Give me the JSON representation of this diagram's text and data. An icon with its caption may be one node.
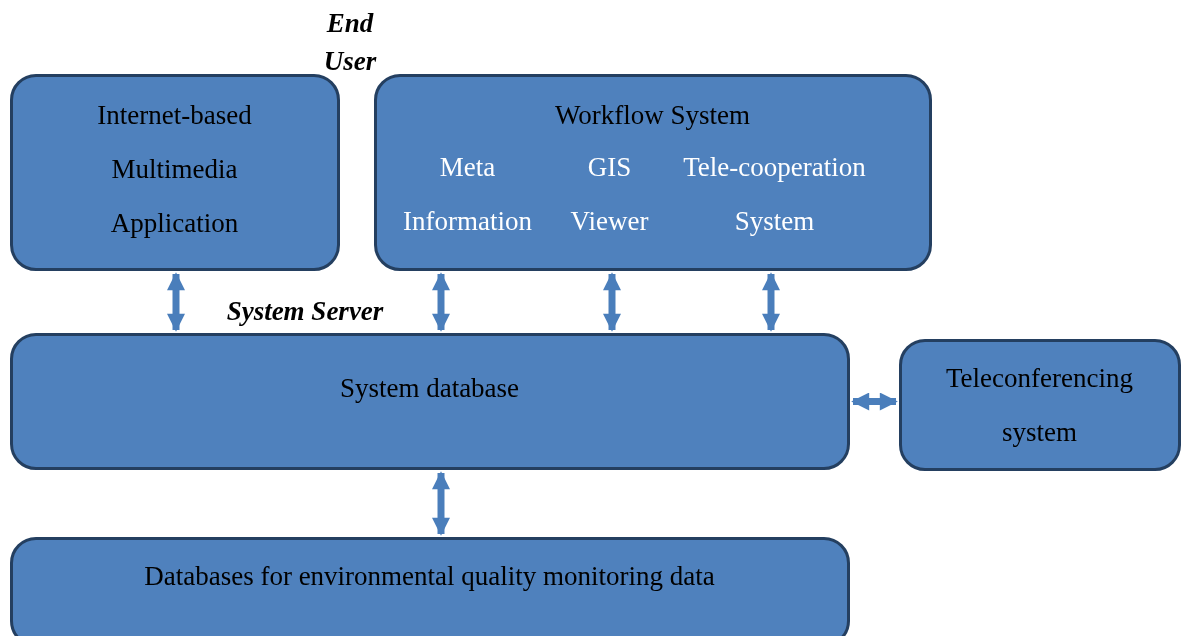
{
  "diagram": {
    "nodes": [
      {
        "text": [
          "Internet-based Multimedia Application"
        ]
      },
      {
        "text": [
          "Workflow System"
        ]
      },
      {
        "text": [
          "Meta Information"
        ],
        "in": 1
      },
      {
        "text": [
          "GIS Viewer"
        ],
        "in": 1
      },
      {
        "text": [
          "Tele-cooperation System"
        ],
        "in": 1
      },
      {
        "text": [
          "System database"
        ]
      },
      {
        "text": [
          "Teleconferencing system"
        ]
      },
      {
        "text": [
          "Databases for environmental quality monitoring data"
        ]
      }
    ],
    "edges": [
      {
        "from": 0,
        "to": 5,
        "arrow": "both"
      },
      {
        "from": 2,
        "to": 5,
        "arrow": "both"
      },
      {
        "from": 3,
        "to": 5,
        "arrow": "both"
      },
      {
        "from": 4,
        "to": 5,
        "arrow": "both"
      },
      {
        "from": 5,
        "to": 6,
        "arrow": "both"
      },
      {
        "from": 5,
        "to": 7,
        "arrow": "both"
      }
    ],
    "labels": [
      "End User",
      "System Server"
    ]
  }
}
